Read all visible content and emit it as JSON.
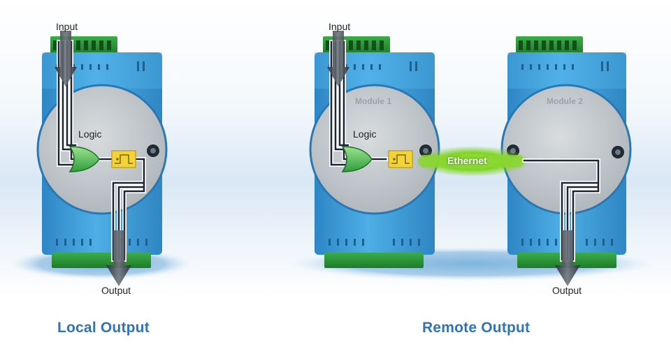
{
  "local": {
    "input_label": "Input",
    "logic_label": "Logic",
    "output_label": "Output",
    "caption": "Local Output"
  },
  "remote": {
    "input_label": "Input",
    "logic_label": "Logic",
    "module1_label": "Module 1",
    "module2_label": "Module 2",
    "link_label": "Ethernet",
    "output_label": "Output",
    "caption": "Remote Output"
  },
  "colors": {
    "module_body": "#3d9bd6",
    "module_face": "#c6cbcf",
    "terminal": "#2f9a3c",
    "logic_gate": "#3bb34a",
    "timer_block": "#f2d43a",
    "ethernet": "#7ed321",
    "caption": "#2f74b5"
  }
}
